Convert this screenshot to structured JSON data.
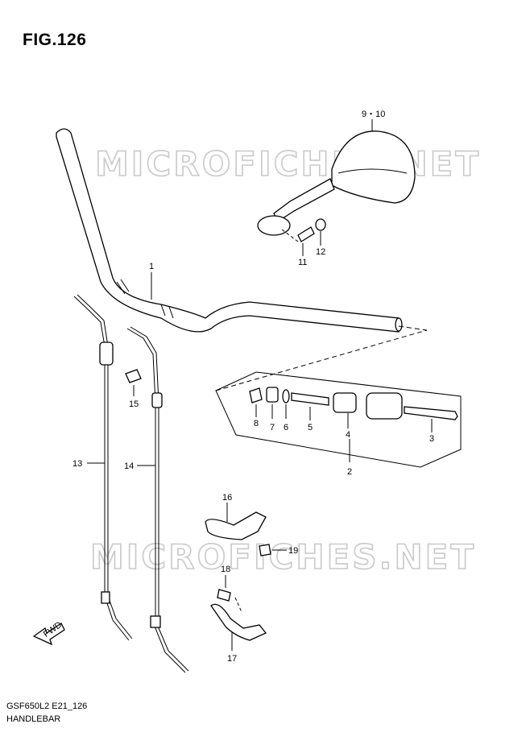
{
  "figure": {
    "title": "FIG.126"
  },
  "watermark": {
    "text": "MICROFICHES.NET"
  },
  "footer": {
    "code": "GSF650L2 E21_126",
    "name": "HANDLEBAR"
  },
  "fwd_label": "FWD",
  "callouts": {
    "p1": "1",
    "p2": "2",
    "p3": "3",
    "p4": "4",
    "p5": "5",
    "p6": "6",
    "p7": "7",
    "p8": "8",
    "p9_10": "9・10",
    "p11": "11",
    "p12": "12",
    "p13": "13",
    "p14": "14",
    "p15": "15",
    "p16": "16",
    "p17": "17",
    "p18": "18",
    "p19": "19"
  }
}
